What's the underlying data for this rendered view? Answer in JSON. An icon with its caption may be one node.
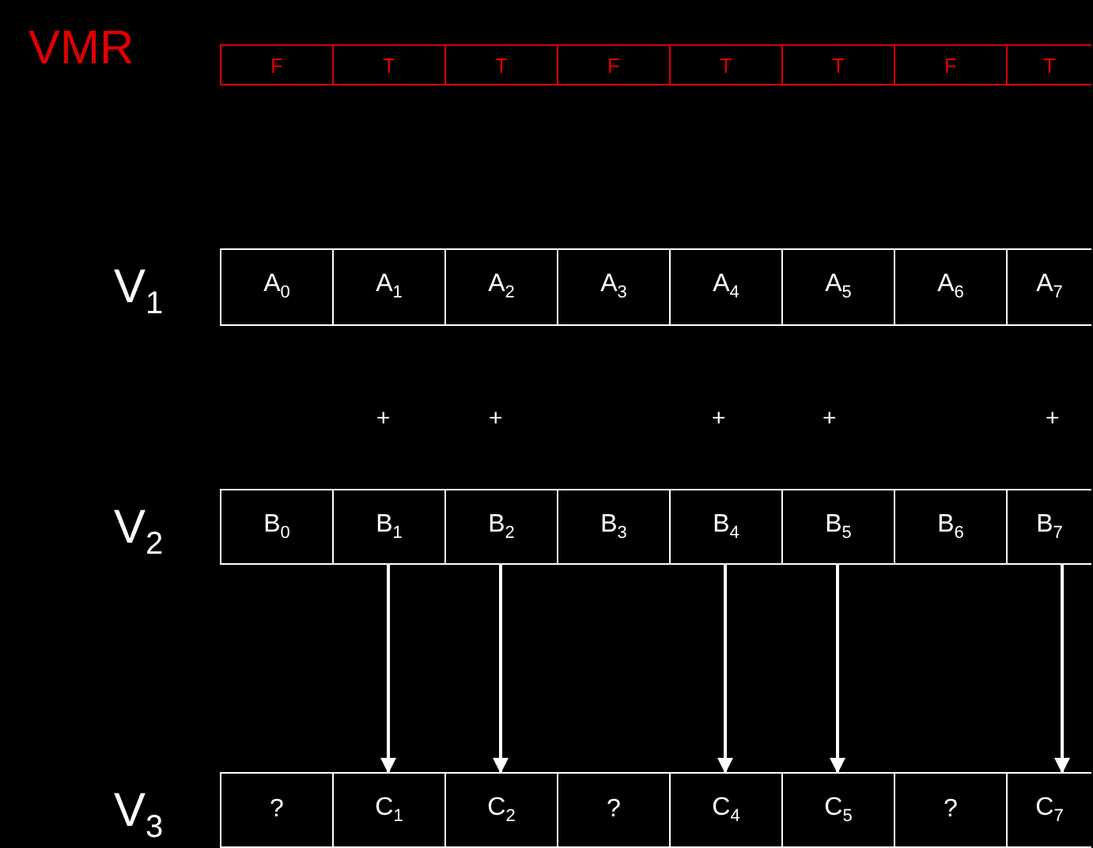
{
  "diagram": {
    "nodes": [
      {
        "text": [
          "F"
        ]
      },
      {
        "text": [
          "T"
        ]
      },
      {
        "text": [
          "T"
        ]
      },
      {
        "text": [
          "F"
        ]
      },
      {
        "text": [
          "T"
        ]
      },
      {
        "text": [
          "T"
        ]
      },
      {
        "text": [
          "F"
        ]
      },
      {
        "text": [
          "T"
        ]
      },
      {
        "text": [
          "A$_{0}$"
        ]
      },
      {
        "text": [
          "A$_{1}$"
        ]
      },
      {
        "text": [
          "A$_{2}$"
        ]
      },
      {
        "text": [
          "A$_{3}$"
        ]
      },
      {
        "text": [
          "A$_{4}$"
        ]
      },
      {
        "text": [
          "A$_{5}$"
        ]
      },
      {
        "text": [
          "A$_{6}$"
        ]
      },
      {
        "text": [
          "A$_{7}$"
        ]
      },
      {
        "text": [
          "B$_{0}$"
        ]
      },
      {
        "text": [
          "B$_{1}$"
        ]
      },
      {
        "text": [
          "B$_{2}$"
        ]
      },
      {
        "text": [
          "B$_{3}$"
        ]
      },
      {
        "text": [
          "B$_{4}$"
        ]
      },
      {
        "text": [
          "B$_{5}$"
        ]
      },
      {
        "text": [
          "B$_{6}$"
        ]
      },
      {
        "text": [
          "B$_{7}$"
        ]
      },
      {
        "text": [
          "?"
        ]
      },
      {
        "text": [
          "C$_{1}$"
        ]
      },
      {
        "text": [
          "C$_{2}$"
        ]
      },
      {
        "text": [
          "?"
        ]
      },
      {
        "text": [
          "C$_{4}$"
        ]
      },
      {
        "text": [
          "C$_{5}$"
        ]
      },
      {
        "text": [
          "?"
        ]
      },
      {
        "text": [
          "C$_{7}$"
        ]
      }
    ],
    "edges": [
      {
        "from": 17,
        "to": 25,
        "arrow": "to"
      },
      {
        "from": 18,
        "to": 26,
        "arrow": "to"
      },
      {
        "from": 20,
        "to": 28,
        "arrow": "to"
      },
      {
        "from": 21,
        "to": 29,
        "arrow": "to"
      },
      {
        "from": 23,
        "to": 31,
        "arrow": "to"
      }
    ],
    "labels": [
      "VMR",
      "V$_{1}$",
      "+",
      "+",
      "+",
      "+",
      "+",
      "V$_{2}$",
      "V$_{3}$"
    ]
  }
}
